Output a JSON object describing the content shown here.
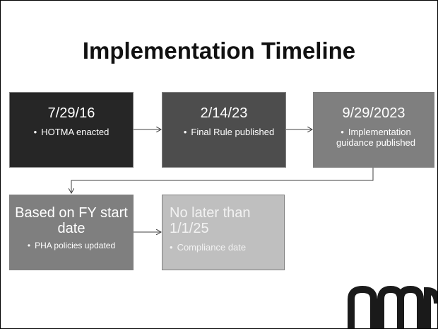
{
  "slide": {
    "title": "Implementation Timeline"
  },
  "timeline": [
    {
      "date": "7/29/16",
      "text": "HOTMA enacted",
      "fill": "#262626"
    },
    {
      "date": "2/14/23",
      "text": "Final Rule published",
      "fill": "#4d4d4d"
    },
    {
      "date": "9/29/2023",
      "text": "Implementation guidance published",
      "fill": "#7f7f7f"
    },
    {
      "date": "Based on FY start date",
      "text": "PHA policies updated",
      "fill": "#7f7f7f"
    },
    {
      "date": "No later than 1/1/25",
      "text": "Compliance date",
      "fill": "#bfbfbf"
    }
  ],
  "logo": {
    "icon": "nmp-logo-icon"
  },
  "colors": {
    "title": "#111111",
    "connector": "#404040",
    "text": "#ffffff"
  }
}
